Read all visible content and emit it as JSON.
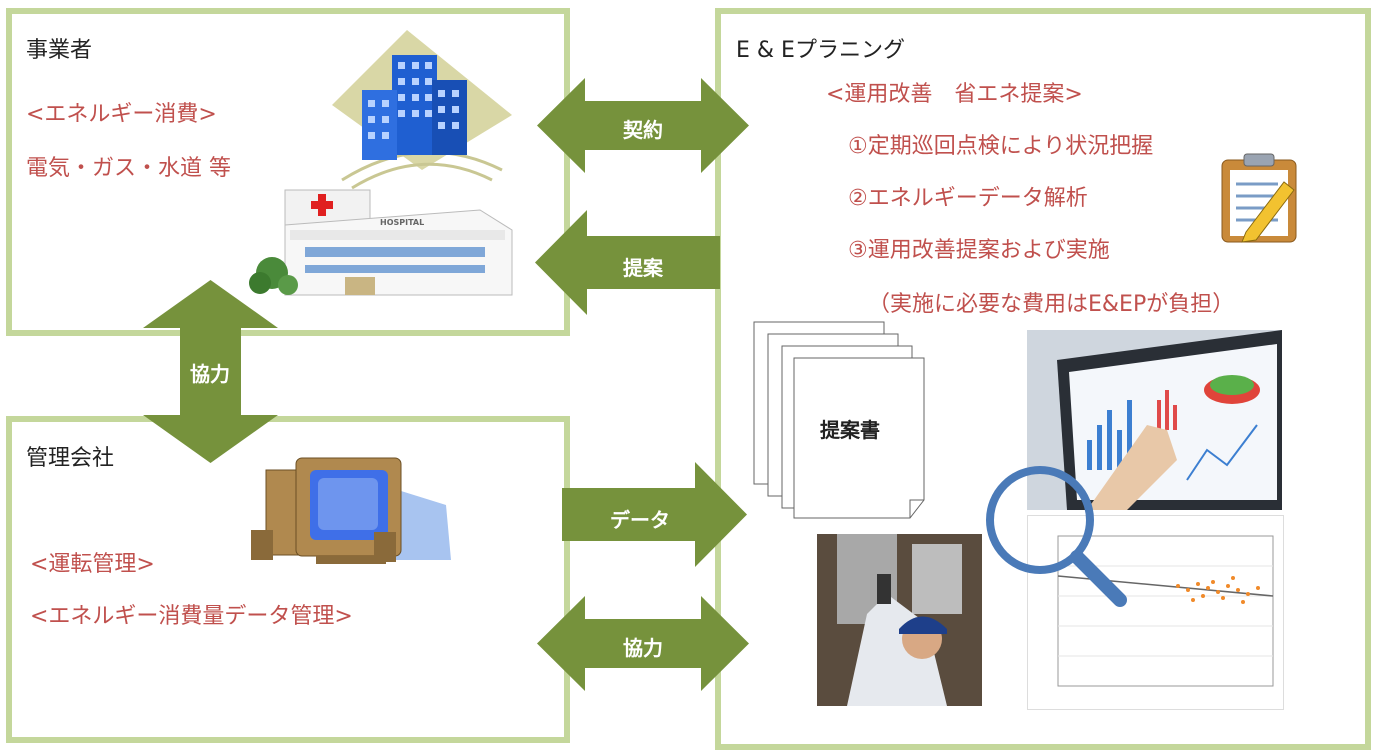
{
  "operator": {
    "title": "事業者",
    "energy_header": "<エネルギー消費>",
    "energy_items": "電気・ガス・水道 等",
    "hospital_sign": "HOSPITAL"
  },
  "management": {
    "title": "管理会社",
    "item1": "<運転管理>",
    "item2": "<エネルギー消費量データ管理>"
  },
  "planner": {
    "title": "E & Eプラニング",
    "proposal_header": "<運用改善　省エネ提案>",
    "step1": "①定期巡回点検により状況把握",
    "step2": "②エネルギーデータ解析",
    "step3": "③運用改善提案および実施",
    "note": "（実施に必要な費用はE&EPが負担）",
    "document_label": "提案書"
  },
  "arrows": {
    "contract": "契約",
    "proposal": "提案",
    "cooperation_vertical": "協力",
    "data": "データ",
    "cooperation": "協力"
  },
  "colors": {
    "arrow_green": "#76923c",
    "box_border": "#c4d79b",
    "text_red": "#c0504d"
  }
}
